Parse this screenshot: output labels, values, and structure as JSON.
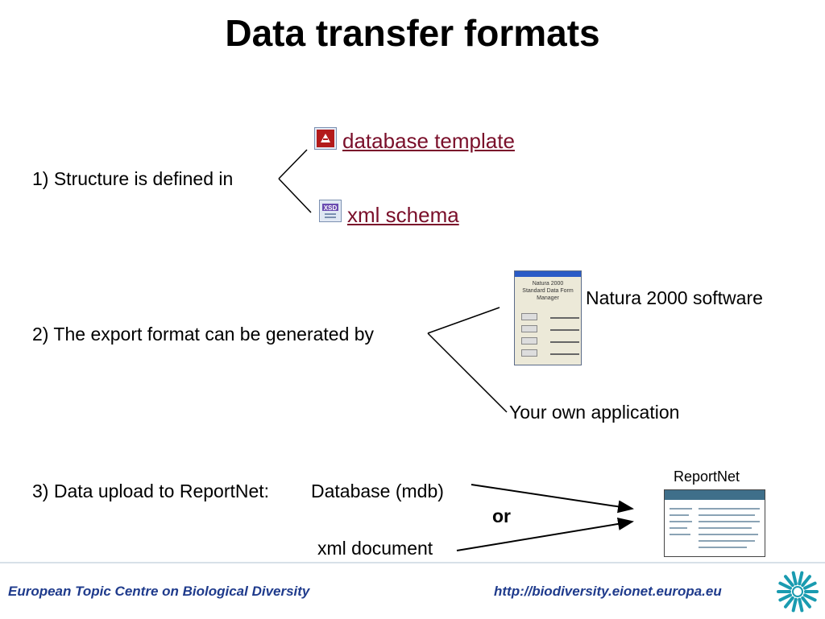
{
  "title": "Data transfer formats",
  "step1": {
    "label": "1) Structure is defined in",
    "options": [
      {
        "label": "database template",
        "icon": "access-database-icon"
      },
      {
        "label": "xml schema",
        "icon": "xsd-file-icon"
      }
    ]
  },
  "step2": {
    "label": "2) The export format can be generated by",
    "options": [
      {
        "label": "Natura 2000 software"
      },
      {
        "label": "Your own application"
      }
    ],
    "software_window": {
      "caption_1": "Natura 2000",
      "caption_2": "Standard Data Form Manager"
    }
  },
  "step3": {
    "label": "3) Data upload to ReportNet:",
    "format_a": "Database (mdb)",
    "connector": "or",
    "format_b": "xml document",
    "target": "ReportNet"
  },
  "footer": {
    "left": "European Topic Centre on Biological Diversity",
    "right": "http://biodiversity.eionet.europa.eu"
  },
  "colors": {
    "link": "#7a0f2a",
    "footer_text": "#1f3b8c",
    "logo": "#1a9bb0"
  }
}
